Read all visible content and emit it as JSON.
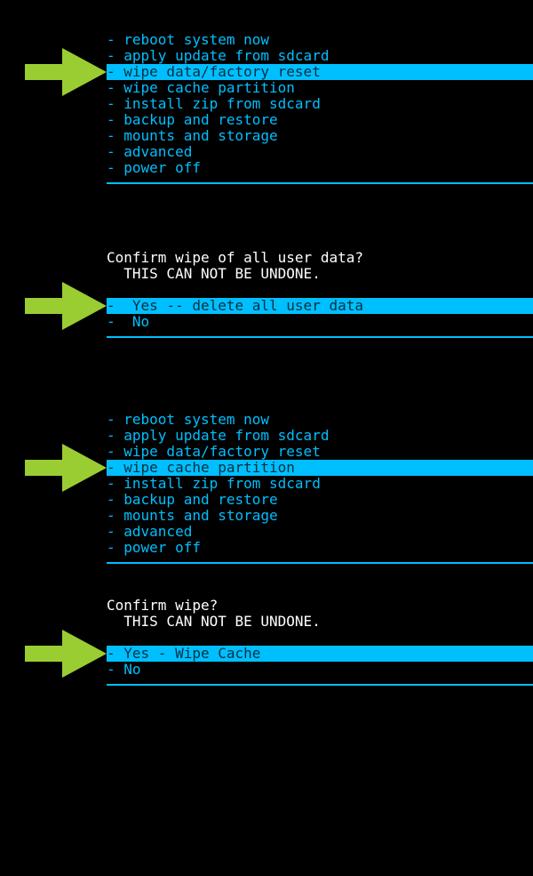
{
  "colors": {
    "menu_text": "#00bfff",
    "highlight": "#00bfff",
    "highlight_text": "#003040",
    "arrow": "#9acd32",
    "background": "#000000"
  },
  "panel1": {
    "items": [
      "- reboot system now",
      "- apply update from sdcard",
      "- wipe data/factory reset",
      "- wipe cache partition",
      "- install zip from sdcard",
      "- backup and restore",
      "- mounts and storage",
      "- advanced",
      "- power off"
    ],
    "selected_index": 2
  },
  "panel2": {
    "prompt": "Confirm wipe of all user data?",
    "warning": "  THIS CAN NOT BE UNDONE.",
    "items": [
      "-  Yes -- delete all user data",
      "-  No"
    ],
    "selected_index": 0
  },
  "panel3": {
    "items": [
      "- reboot system now",
      "- apply update from sdcard",
      "- wipe data/factory reset",
      "- wipe cache partition",
      "- install zip from sdcard",
      "- backup and restore",
      "- mounts and storage",
      "- advanced",
      "- power off"
    ],
    "selected_index": 3
  },
  "panel4": {
    "prompt": "Confirm wipe?",
    "warning": "  THIS CAN NOT BE UNDONE.",
    "items": [
      "- Yes - Wipe Cache",
      "- No"
    ],
    "selected_index": 0
  }
}
